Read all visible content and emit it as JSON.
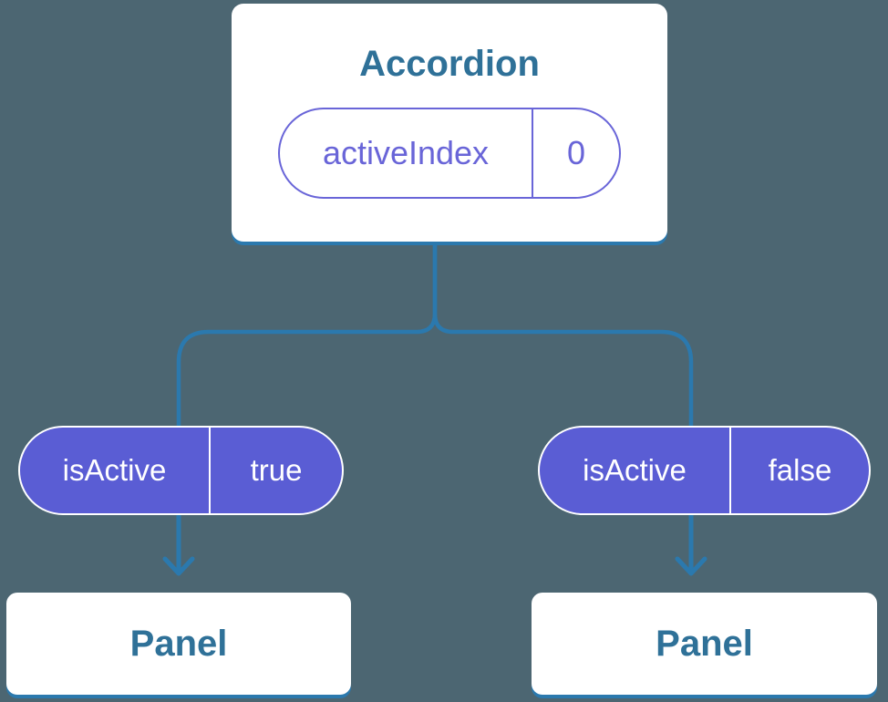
{
  "diagram": {
    "type": "component-tree",
    "root": {
      "title": "Accordion",
      "state": {
        "name": "activeIndex",
        "value": "0"
      }
    },
    "props": [
      {
        "name": "isActive",
        "value": "true"
      },
      {
        "name": "isActive",
        "value": "false"
      }
    ],
    "children": [
      {
        "title": "Panel"
      },
      {
        "title": "Panel"
      }
    ],
    "colors": {
      "background": "#4c6672",
      "connector": "#2b79ae",
      "card_fill": "#ffffff",
      "card_text": "#2f7198",
      "state_accent": "#6965d8",
      "prop_fill": "#5a5dd4",
      "prop_text": "#ffffff"
    }
  }
}
